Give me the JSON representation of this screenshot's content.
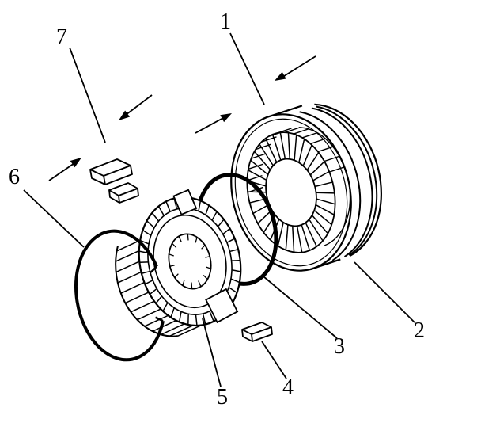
{
  "page": {
    "background": "#ffffff",
    "line_color": "#000000"
  },
  "diagram": {
    "type": "exploded-parts-diagram",
    "callouts": {
      "c1": "1",
      "c2": "2",
      "c3": "3",
      "c4": "4",
      "c5": "5",
      "c6": "6",
      "c7": "7"
    }
  }
}
